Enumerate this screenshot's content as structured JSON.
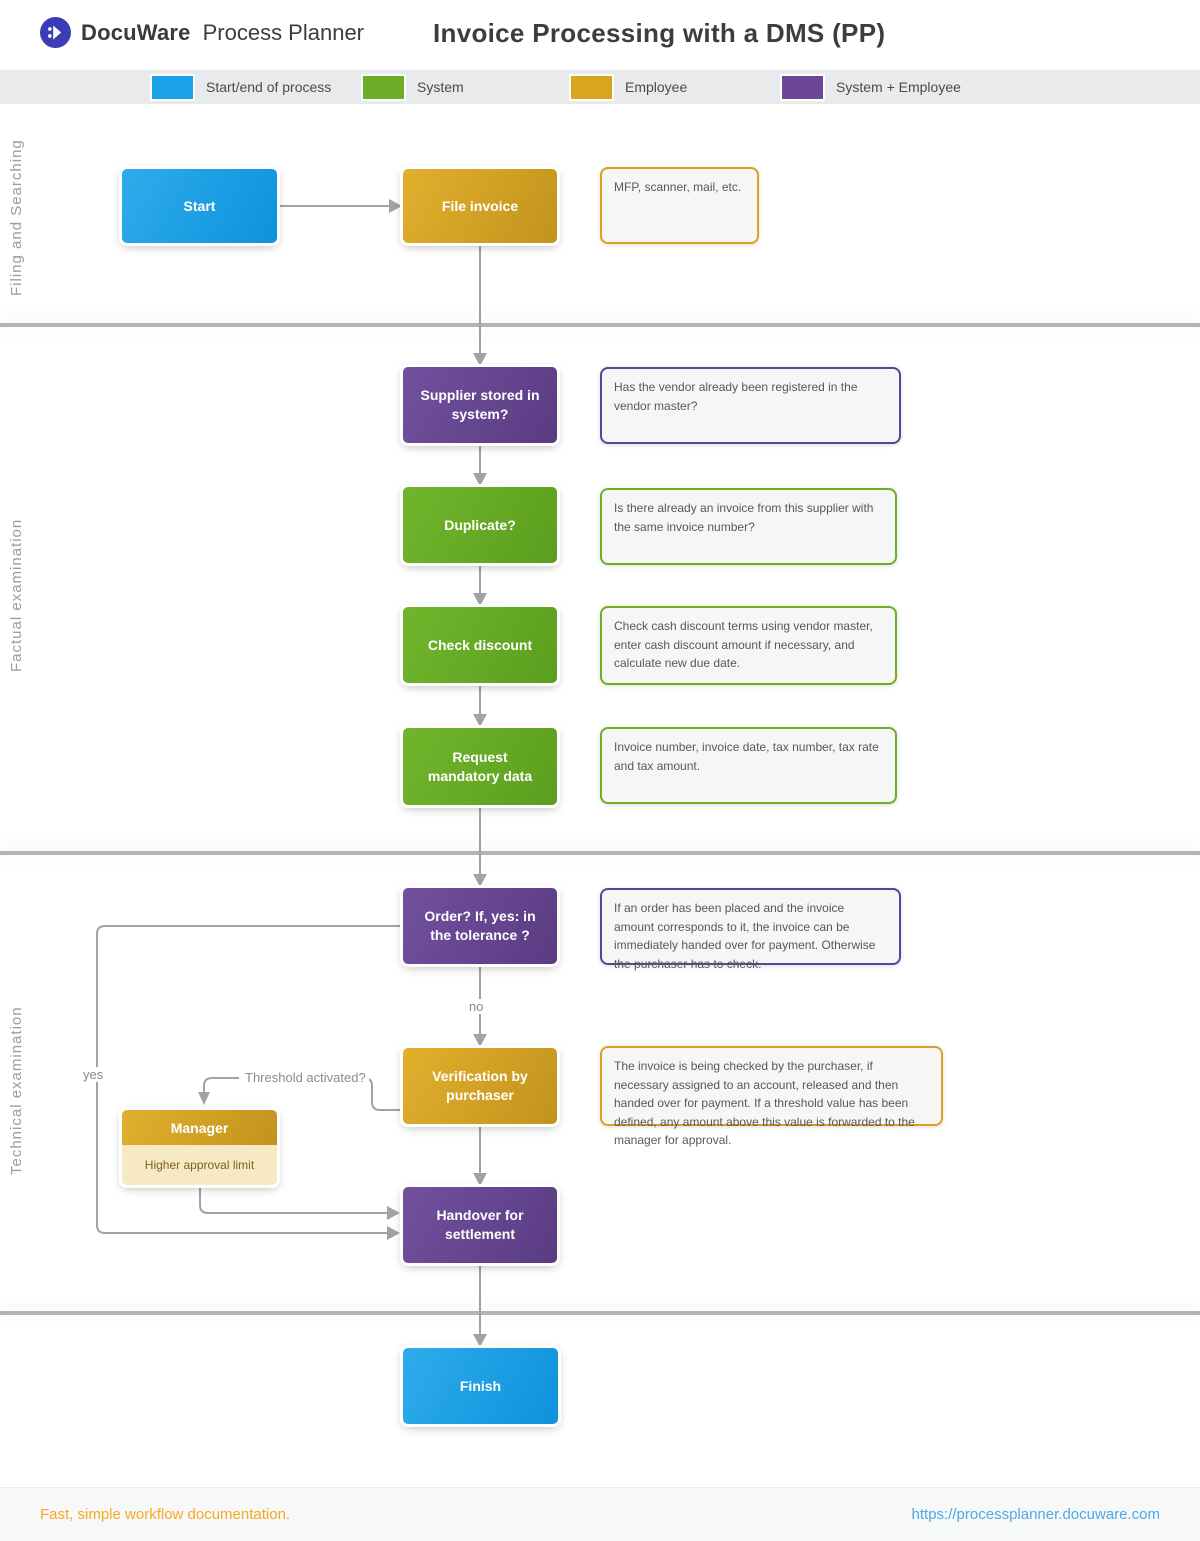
{
  "header": {
    "brand": "DocuWare",
    "product": "Process Planner",
    "title": "Invoice Processing with a DMS (PP)"
  },
  "legend": {
    "items": [
      {
        "label": "Start/end of process",
        "color": "#1ba3e8"
      },
      {
        "label": "System",
        "color": "#6bad27"
      },
      {
        "label": "Employee",
        "color": "#d9a521"
      },
      {
        "label": "System + Employee",
        "color": "#6c4796"
      }
    ]
  },
  "lanes": [
    {
      "label": "Filing and Searching"
    },
    {
      "label": "Factual examination"
    },
    {
      "label": "Technical examination"
    }
  ],
  "flow": {
    "nodes": {
      "start": {
        "label": "Start"
      },
      "file_invoice": {
        "label": "File invoice"
      },
      "supplier": {
        "label": "Supplier stored in system?"
      },
      "duplicate": {
        "label": "Duplicate?"
      },
      "check_discount": {
        "label": "Check discount"
      },
      "request_data": {
        "label": "Request mandatory data"
      },
      "order": {
        "label": "Order? If, yes: in the tolerance ?"
      },
      "verification": {
        "label": "Verification by purchaser"
      },
      "manager": {
        "label": "Manager",
        "sublabel": "Higher approval limit"
      },
      "handover": {
        "label": "Handover for settlement"
      },
      "finish": {
        "label": "Finish"
      }
    },
    "notes": {
      "file_invoice": "MFP, scanner, mail, etc.",
      "supplier": "Has the vendor already been registered in the vendor master?",
      "duplicate": "Is there already an invoice from this supplier with the same invoice number?",
      "check_discount": "Check cash discount terms using vendor master, enter cash discount amount if necessary, and calculate new due date.",
      "request_data": "Invoice number, invoice date, tax number, tax rate and tax amount.",
      "order": "If an order has been placed and the invoice amount corresponds to it, the invoice can be immediately handed over for payment. Otherwise the purchaser has to check.",
      "verification": "The invoice is being checked by the purchaser, if necessary assigned to an account, released and then handed over for payment. If a threshold value has been defined, any amount above this value is forwarded to the manager for approval."
    },
    "edge_labels": {
      "yes": "yes",
      "no": "no",
      "threshold": "Threshold activated?"
    }
  },
  "footer": {
    "tagline": "Fast, simple workflow documentation.",
    "url": "https://processplanner.docuware.com"
  }
}
